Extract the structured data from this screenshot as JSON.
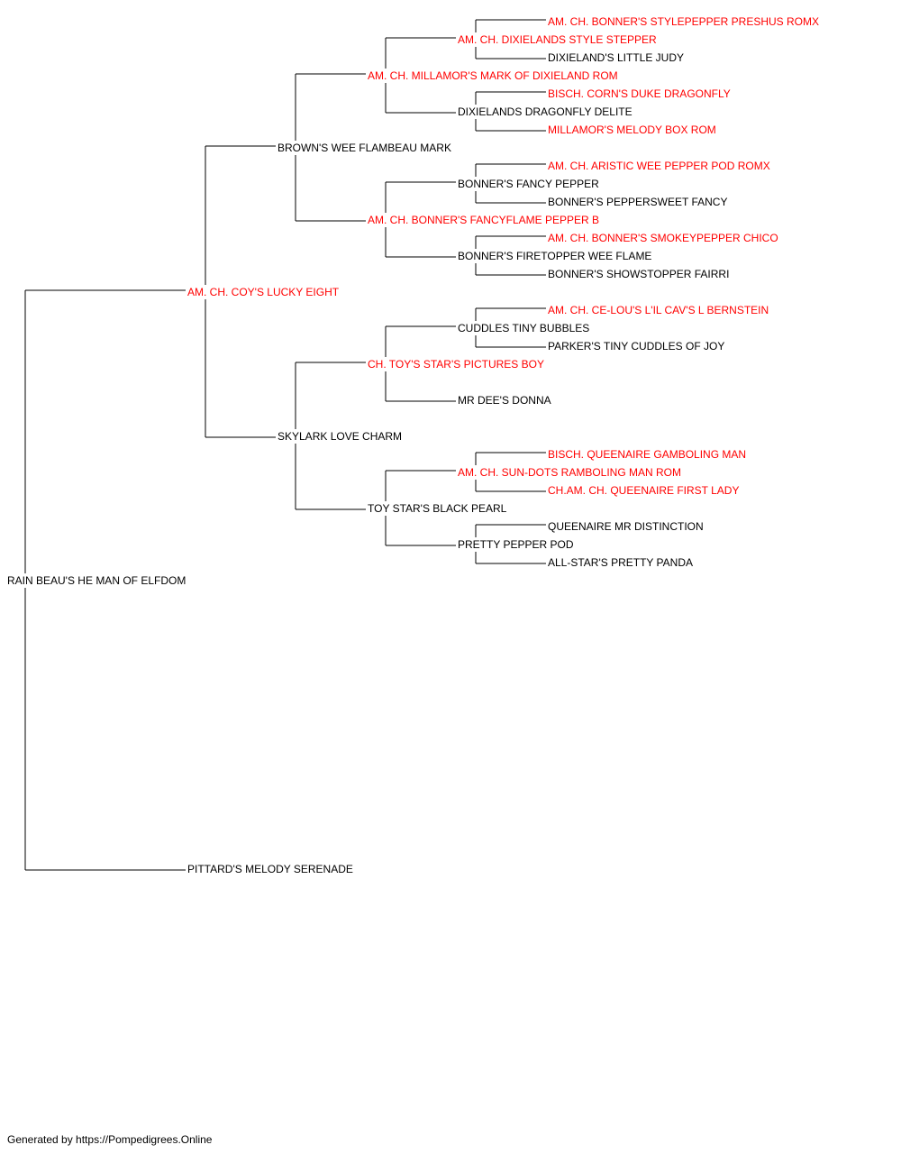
{
  "colors": {
    "champion": "#ff0000",
    "normal": "#000000",
    "connector": "#000000",
    "background": "#ffffff"
  },
  "pedigree": {
    "subject": {
      "name": "RAIN BEAU'S HE MAN OF ELFDOM",
      "champion": false
    },
    "sire": {
      "name": "AM. CH. COY'S LUCKY EIGHT",
      "champion": true
    },
    "dam": {
      "name": "PITTARD'S MELODY SERENADE",
      "champion": false
    },
    "sire_sire": {
      "name": "BROWN'S WEE FLAMBEAU MARK",
      "champion": false
    },
    "sire_dam": {
      "name": "SKYLARK LOVE CHARM",
      "champion": false
    },
    "g3": [
      {
        "name": "AM. CH. MILLAMOR'S MARK OF DIXIELAND ROM",
        "champion": true
      },
      {
        "name": "AM. CH. BONNER'S FANCYFLAME PEPPER B",
        "champion": true
      },
      {
        "name": "CH. TOY'S STAR'S PICTURES BOY",
        "champion": true
      },
      {
        "name": "TOY STAR'S BLACK PEARL",
        "champion": false
      }
    ],
    "g4": [
      {
        "name": "AM. CH. DIXIELANDS STYLE STEPPER",
        "champion": true
      },
      {
        "name": "DIXIELANDS DRAGONFLY DELITE",
        "champion": false
      },
      {
        "name": "BONNER'S FANCY PEPPER",
        "champion": false
      },
      {
        "name": "BONNER'S FIRETOPPER WEE FLAME",
        "champion": false
      },
      {
        "name": "CUDDLES TINY BUBBLES",
        "champion": false
      },
      {
        "name": "MR DEE'S DONNA",
        "champion": false
      },
      {
        "name": "AM. CH. SUN-DOTS RAMBOLING MAN ROM",
        "champion": true
      },
      {
        "name": "PRETTY PEPPER POD",
        "champion": false
      }
    ],
    "g5": [
      {
        "name": "AM. CH. BONNER'S STYLEPEPPER PRESHUS ROMX",
        "champion": true
      },
      {
        "name": "DIXIELAND'S LITTLE JUDY",
        "champion": false
      },
      {
        "name": "BISCH. CORN'S DUKE DRAGONFLY",
        "champion": true
      },
      {
        "name": "MILLAMOR'S MELODY BOX ROM",
        "champion": true
      },
      {
        "name": "AM. CH. ARISTIC WEE PEPPER POD ROMX",
        "champion": true
      },
      {
        "name": "BONNER'S PEPPERSWEET FANCY",
        "champion": false
      },
      {
        "name": "AM. CH. BONNER'S SMOKEYPEPPER CHICO",
        "champion": true
      },
      {
        "name": "BONNER'S SHOWSTOPPER FAIRRI",
        "champion": false
      },
      {
        "name": "AM. CH. CE-LOU'S L'IL CAV'S L BERNSTEIN",
        "champion": true
      },
      {
        "name": "PARKER'S TINY CUDDLES OF JOY",
        "champion": false
      },
      {
        "name": "BISCH. QUEENAIRE GAMBOLING MAN",
        "champion": true
      },
      {
        "name": "CH.AM. CH. QUEENAIRE FIRST LADY",
        "champion": true
      },
      {
        "name": "QUEENAIRE MR DISTINCTION",
        "champion": false
      },
      {
        "name": "ALL-STAR'S PRETTY PANDA",
        "champion": false
      }
    ]
  },
  "footer": {
    "text": "Generated by https://Pompedigrees.Online"
  }
}
